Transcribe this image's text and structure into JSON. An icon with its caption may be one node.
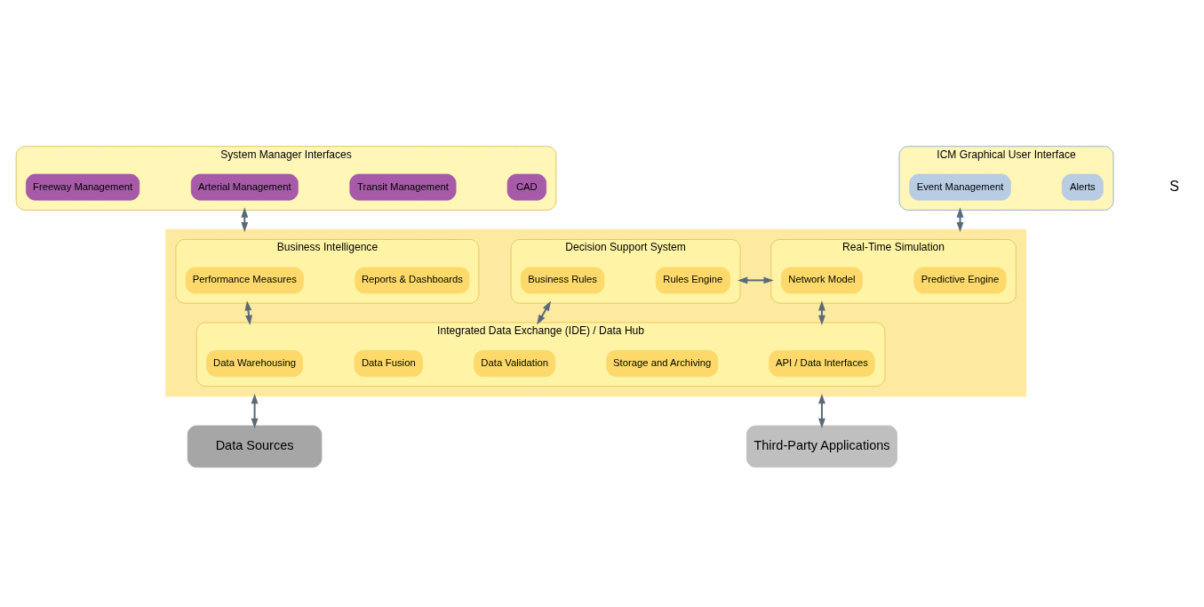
{
  "diagram": {
    "nodes": [
      {
        "text": [
          "System Manager Interfaces"
        ]
      },
      {
        "text": [
          "Freeway Management"
        ],
        "in": 0
      },
      {
        "text": [
          "Arterial Management"
        ],
        "in": 0
      },
      {
        "text": [
          "Transit Management"
        ],
        "in": 0
      },
      {
        "text": [
          "CAD"
        ],
        "in": 0
      },
      {
        "text": [
          "ICM Graphical User Interface"
        ]
      },
      {
        "text": [
          "Event Management"
        ],
        "in": 5
      },
      {
        "text": [
          "Alerts"
        ],
        "in": 5
      },
      {
        "text": [],
        "shape": "box"
      },
      {
        "text": [
          "Business Intelligence"
        ],
        "in": 8
      },
      {
        "text": [
          "Performance Measures"
        ],
        "in": 9
      },
      {
        "text": [
          "Reports & Dashboards"
        ],
        "in": 9
      },
      {
        "text": [
          "Decision Support System"
        ],
        "in": 8
      },
      {
        "text": [
          "Business Rules"
        ],
        "in": 12
      },
      {
        "text": [
          "Rules Engine"
        ],
        "in": 12
      },
      {
        "text": [
          "Real-Time Simulation"
        ],
        "in": 8
      },
      {
        "text": [
          "Network Model"
        ],
        "in": 15
      },
      {
        "text": [
          "Predictive Engine"
        ],
        "in": 15
      },
      {
        "text": [
          "Integrated Data Exchange (IDE) / Data Hub"
        ],
        "in": 8
      },
      {
        "text": [
          "Data Warehousing"
        ],
        "in": 18
      },
      {
        "text": [
          "Data Fusion"
        ],
        "in": 18
      },
      {
        "text": [
          "Data Validation"
        ],
        "in": 18
      },
      {
        "text": [
          "Storage and Archiving"
        ],
        "in": 18
      },
      {
        "text": [
          "API / Data Interfaces"
        ],
        "in": 18
      },
      {
        "text": [
          "Data Sources"
        ]
      },
      {
        "text": [
          "Third-Party Applications"
        ]
      }
    ],
    "edges": [
      {
        "from": 0,
        "to": 8,
        "arrow": "both"
      },
      {
        "from": 5,
        "to": 8,
        "arrow": "both"
      },
      {
        "from": 12,
        "to": 15,
        "arrow": "both"
      },
      {
        "from": 9,
        "to": 18,
        "arrow": "both"
      },
      {
        "from": 12,
        "to": 18,
        "arrow": "both"
      },
      {
        "from": 15,
        "to": 18,
        "arrow": "both"
      },
      {
        "from": 8,
        "to": 24,
        "arrow": "both"
      },
      {
        "from": 8,
        "to": 25,
        "arrow": "both"
      }
    ],
    "labels": [
      "S"
    ]
  }
}
